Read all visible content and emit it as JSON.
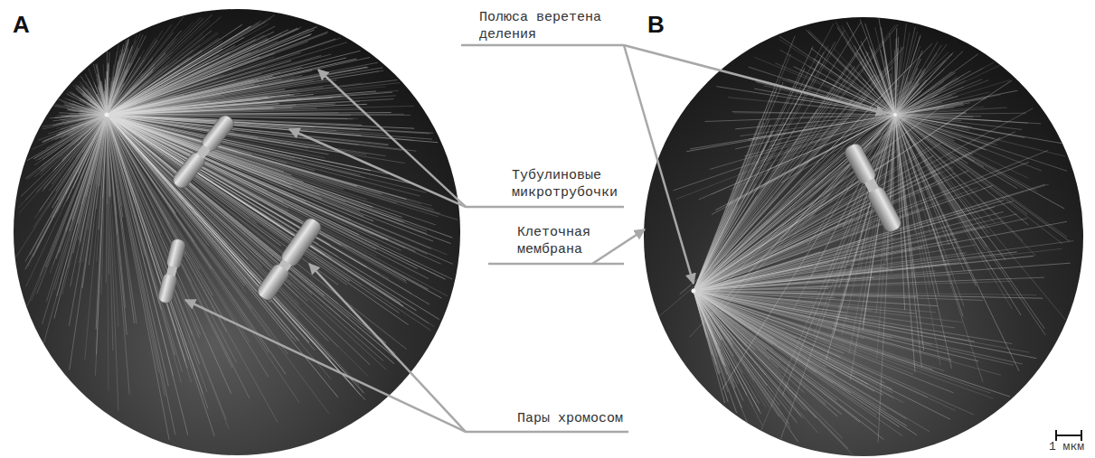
{
  "diagram": {
    "labels": [
      "A",
      "B",
      "Полюса веретена деления",
      "Тубулиновые микротрубочки",
      "Клеточная мембрана",
      "Пары хромосом",
      "1 мкм"
    ]
  }
}
